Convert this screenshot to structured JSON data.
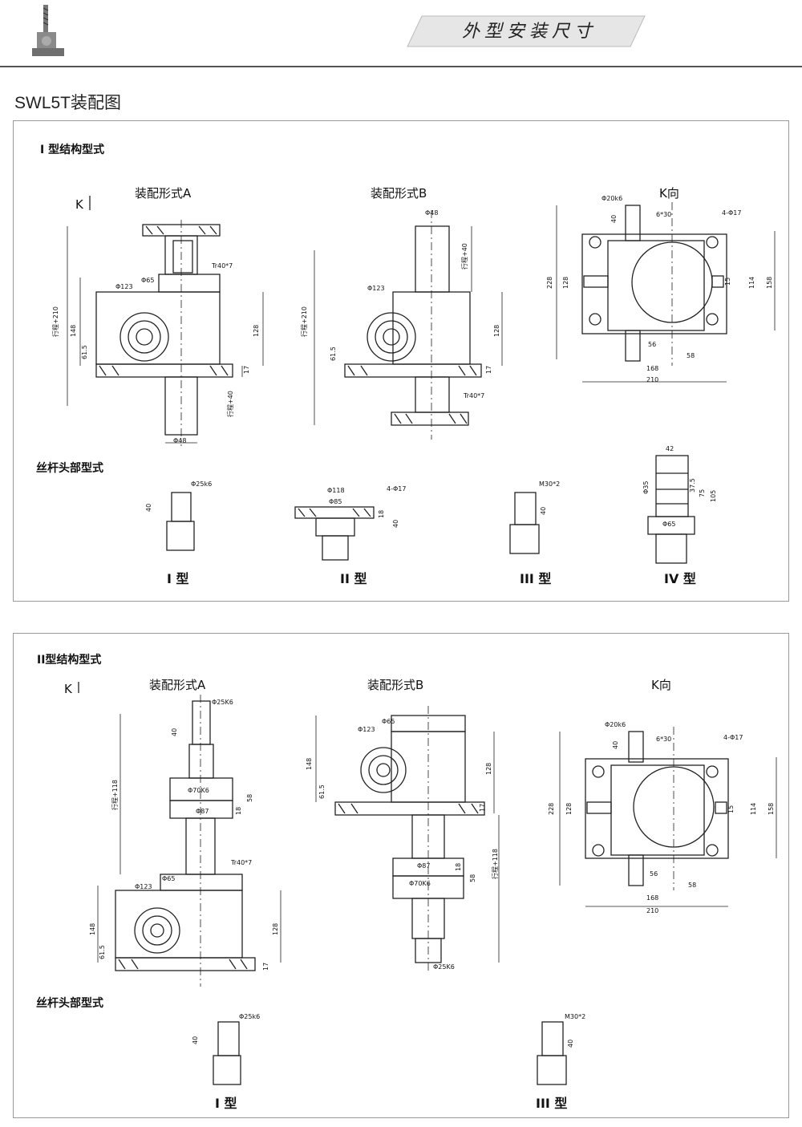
{
  "header": {
    "banner_text": "外型安装尺寸"
  },
  "page_title": "SWL5T装配图",
  "section1": {
    "title": "I 型结构型式",
    "k_label": "K",
    "view_a": {
      "title": "装配形式A",
      "dims": {
        "tr": "Tr40*7",
        "phi65": "Φ65",
        "phi123": "Φ123",
        "stroke": "行程+210",
        "h148": "148",
        "h61": "61.5",
        "h128": "128",
        "h17": "17",
        "stroke40": "行程+40",
        "phi48": "Φ48"
      }
    },
    "view_b": {
      "title": "装配形式B",
      "dims": {
        "phi48": "Φ48",
        "stroke40": "行程+40",
        "phi123": "Φ123",
        "stroke": "行程+210",
        "h61": "61.5",
        "h128": "128",
        "h17": "17",
        "tr": "Tr40*7"
      }
    },
    "view_k": {
      "title": "K向",
      "dims": {
        "phi20": "Φ20k6",
        "key": "6*30",
        "holes": "4-Φ17",
        "h40": "40",
        "h228": "228",
        "h128": "128",
        "h15": "15",
        "h114": "114",
        "h158": "158",
        "w56": "56",
        "w58": "58",
        "w168": "168",
        "w210": "210"
      }
    },
    "screw_heads_title": "丝杆头部型式",
    "types": [
      {
        "label": "I 型",
        "dims": [
          "Φ25k6",
          "40"
        ]
      },
      {
        "label": "II 型",
        "dims": [
          "Φ118",
          "4-Φ17",
          "Φ85",
          "18",
          "40"
        ]
      },
      {
        "label": "III 型",
        "dims": [
          "M30*2",
          "40"
        ]
      },
      {
        "label": "IV 型",
        "dims": [
          "42",
          "Φ35",
          "37.5",
          "75",
          "105",
          "Φ65"
        ]
      }
    ]
  },
  "section2": {
    "title": "II型结构型式",
    "k_label": "K",
    "view_a": {
      "title": "装配形式A",
      "dims": {
        "phi25": "Φ25K6",
        "h40": "40",
        "stroke": "行程+118",
        "phi70": "Φ70K6",
        "h58": "58",
        "phi87": "Φ87",
        "h18": "18",
        "tr": "Tr40*7",
        "phi65": "Φ65",
        "phi123": "Φ123",
        "h148": "148",
        "h128": "128",
        "h61": "61.5",
        "h17": "17"
      }
    },
    "view_b": {
      "title": "装配形式B",
      "dims": {
        "phi65": "Φ65",
        "phi123": "Φ123",
        "h148": "148",
        "h61": "61.5",
        "h128": "128",
        "h17": "17",
        "phi87": "Φ87",
        "h18": "18",
        "stroke": "行程+118",
        "h58": "58",
        "phi70": "Φ70K6",
        "phi25": "Φ25K6"
      }
    },
    "view_k": {
      "title": "K向",
      "dims": {
        "phi20": "Φ20k6",
        "key": "6*30",
        "holes": "4-Φ17",
        "h40": "40",
        "h228": "228",
        "h128": "128",
        "h15": "15",
        "h114": "114",
        "h158": "158",
        "w56": "56",
        "w58": "58",
        "w168": "168",
        "w210": "210"
      }
    },
    "screw_heads_title": "丝杆头部型式",
    "types": [
      {
        "label": "I 型",
        "dims": [
          "Φ25k6",
          "40"
        ]
      },
      {
        "label": "III 型",
        "dims": [
          "M30*2",
          "40"
        ]
      }
    ]
  }
}
